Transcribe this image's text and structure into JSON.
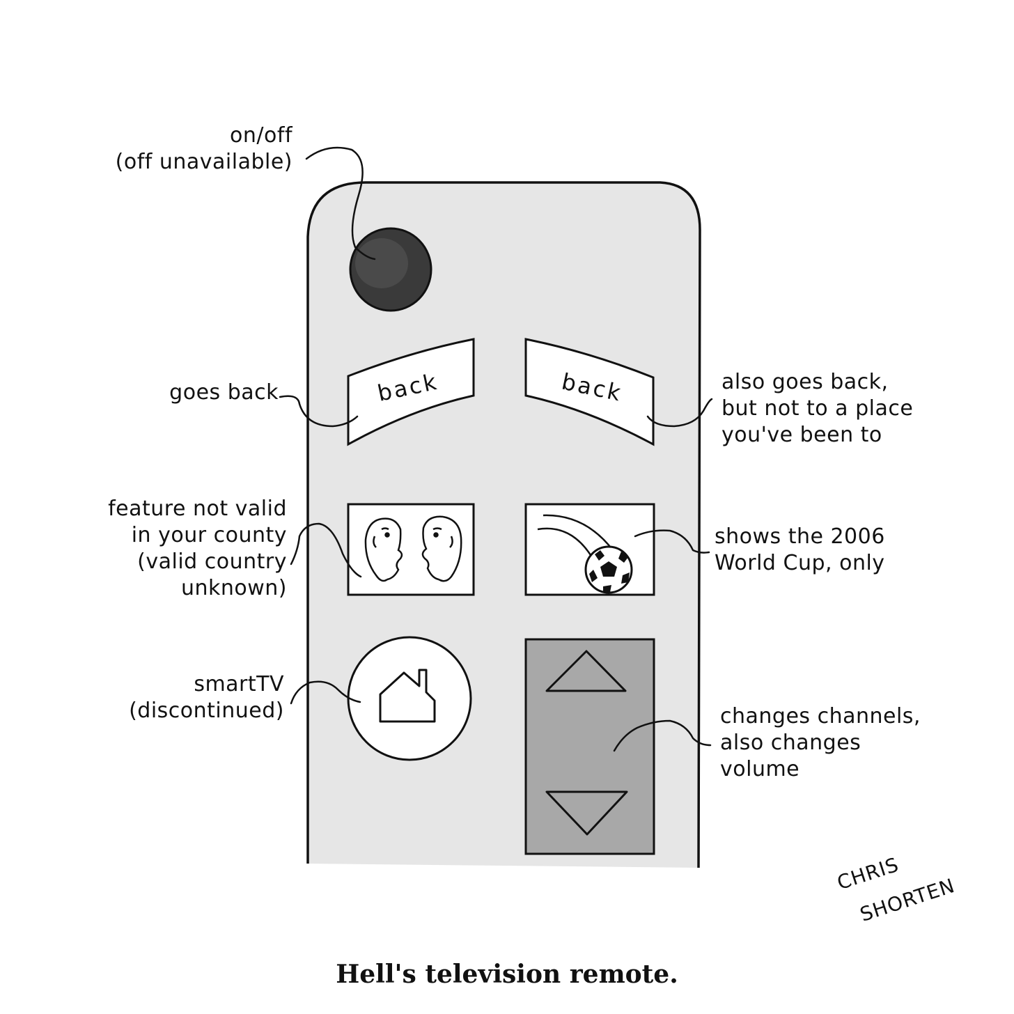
{
  "remote": {
    "power_note": [
      "on/off",
      "(off unavailable)"
    ],
    "back_left_label": "back",
    "back_right_label": "back",
    "back_left_note": [
      "goes back"
    ],
    "back_right_note": [
      "also goes back,",
      "but not to a place",
      "you've been to"
    ],
    "faces_note": [
      "feature not valid",
      "in your county",
      "(valid country",
      "unknown)"
    ],
    "soccer_note": [
      "shows the 2006",
      "World Cup, only"
    ],
    "home_note": [
      "smartTV",
      "(discontinued)"
    ],
    "rocker_note": [
      "changes channels,",
      "also changes",
      "volume"
    ]
  },
  "signature": [
    "CHRIS",
    "SHORTEN"
  ],
  "caption": "Hell's television remote.",
  "colors": {
    "remote_body": "#e6e6e6",
    "power_button": "#3a3a3a",
    "rocker_button": "#a8a8a8",
    "ink": "#111111"
  }
}
